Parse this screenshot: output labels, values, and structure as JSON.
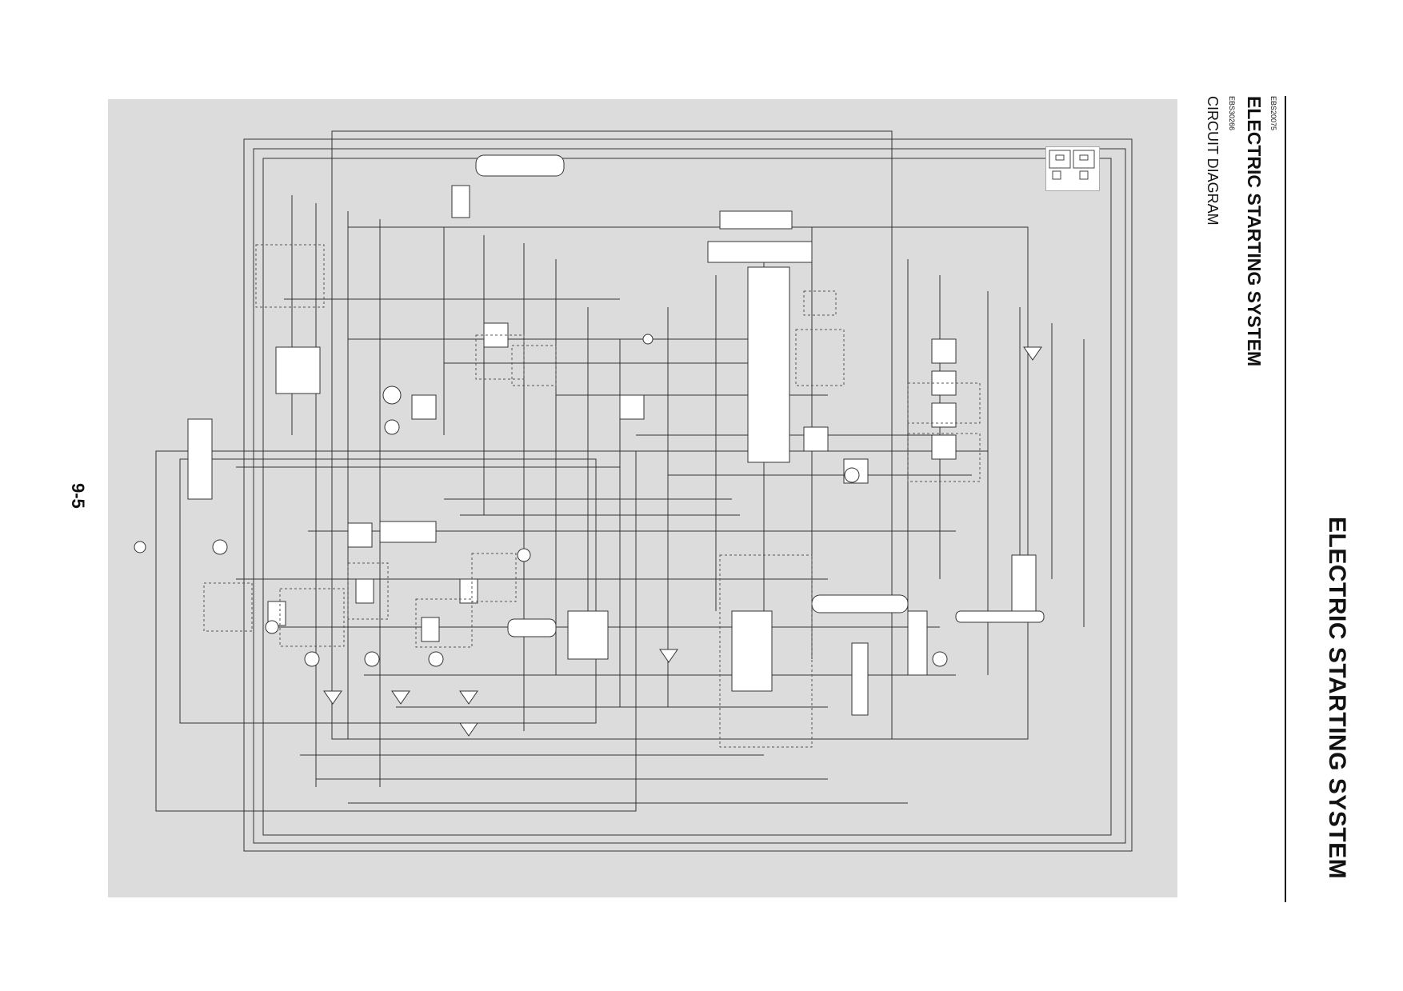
{
  "header": {
    "section_title": "ELECTRIC STARTING SYSTEM",
    "section_code": "EBS20075",
    "subsection_code": "EBS30266",
    "subsection_title": "CIRCUIT DIAGRAM"
  },
  "page": {
    "number": "9-5"
  },
  "colors": {
    "panel_background": "#dcdcdc",
    "wire": "#333333",
    "component_fill": "#ffffff"
  }
}
